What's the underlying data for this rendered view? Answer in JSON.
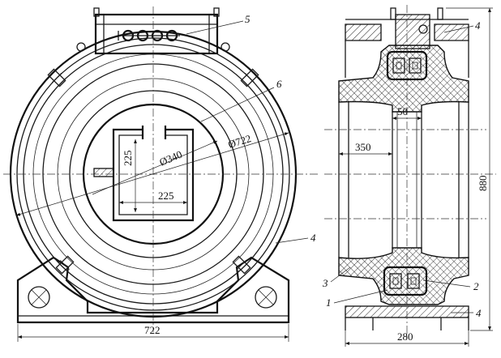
{
  "front_view": {
    "dim_width": "722",
    "dim_diameter_outer": "Ø722",
    "dim_diameter_inner": "Ø340",
    "dim_window_height": "225",
    "dim_window_width": "225"
  },
  "side_view": {
    "dim_height": "880",
    "dim_depth": "280",
    "dim_inner_length": "350",
    "dim_core_width": "50"
  },
  "callouts": {
    "c1": "1",
    "c2": "2",
    "c3": "3",
    "c4_top": "4",
    "c4_front": "4",
    "c4_bottom": "4",
    "c5": "5",
    "c6": "6"
  }
}
